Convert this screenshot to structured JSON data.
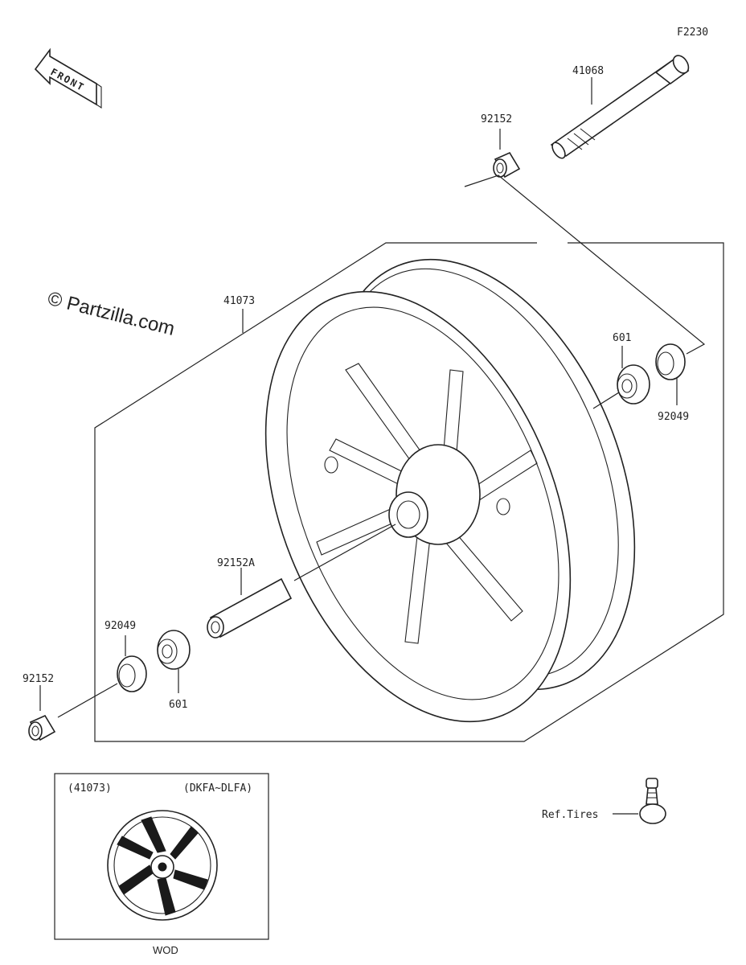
{
  "diagram": {
    "code": "F2230",
    "front_label": "FRONT",
    "watermark": "© Partzilla.com",
    "parts": {
      "axle": "41068",
      "collar_top": "92152",
      "wheel": "41073",
      "bearing_right": "601",
      "seal_right": "92049",
      "spacer": "92152A",
      "seal_left": "92049",
      "bearing_left": "601",
      "collar_left": "92152"
    },
    "inset": {
      "part_ref": "(41073)",
      "model_range": "(DKFA~DLFA)",
      "caption": "WOD"
    },
    "valve_label": "Ref.Tires"
  }
}
